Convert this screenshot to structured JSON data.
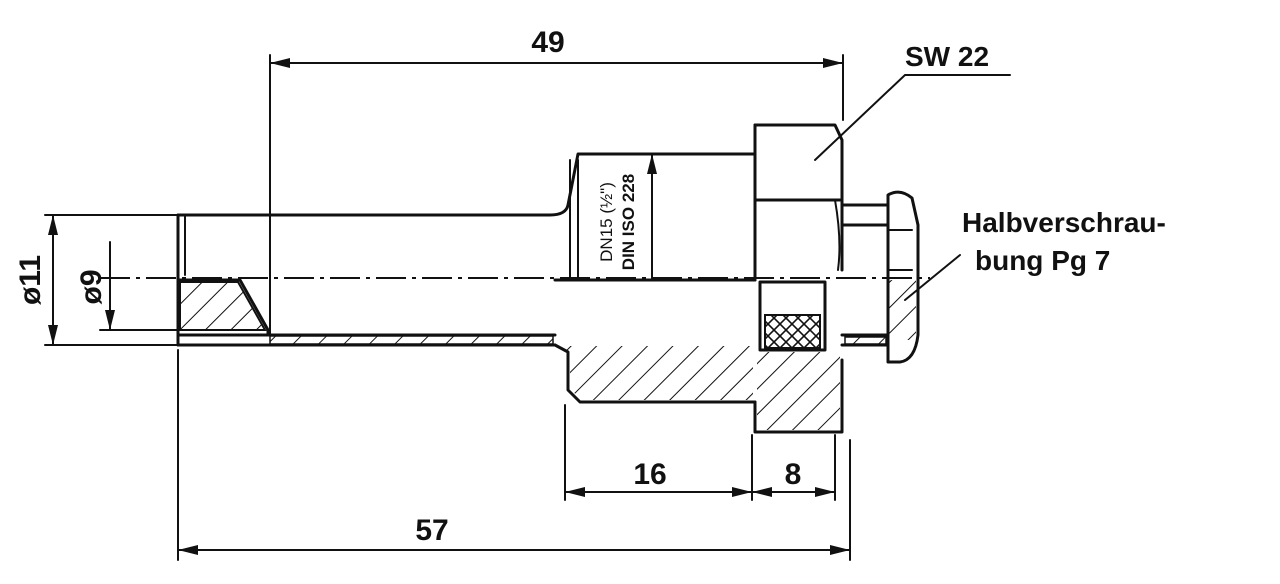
{
  "dimensions": {
    "overall_top": "49",
    "overall_bottom": "57",
    "thread_length": "16",
    "nut_length": "8",
    "outer_diameter": "ø11",
    "inner_diameter": "ø9"
  },
  "labels": {
    "wrench_size": "SW 22",
    "fitting_line1": "Halbverschrau-",
    "fitting_line2": "bung Pg 7",
    "thread_spec_line1": "DN15 (½\")",
    "thread_spec_line2": "DIN ISO 228"
  }
}
